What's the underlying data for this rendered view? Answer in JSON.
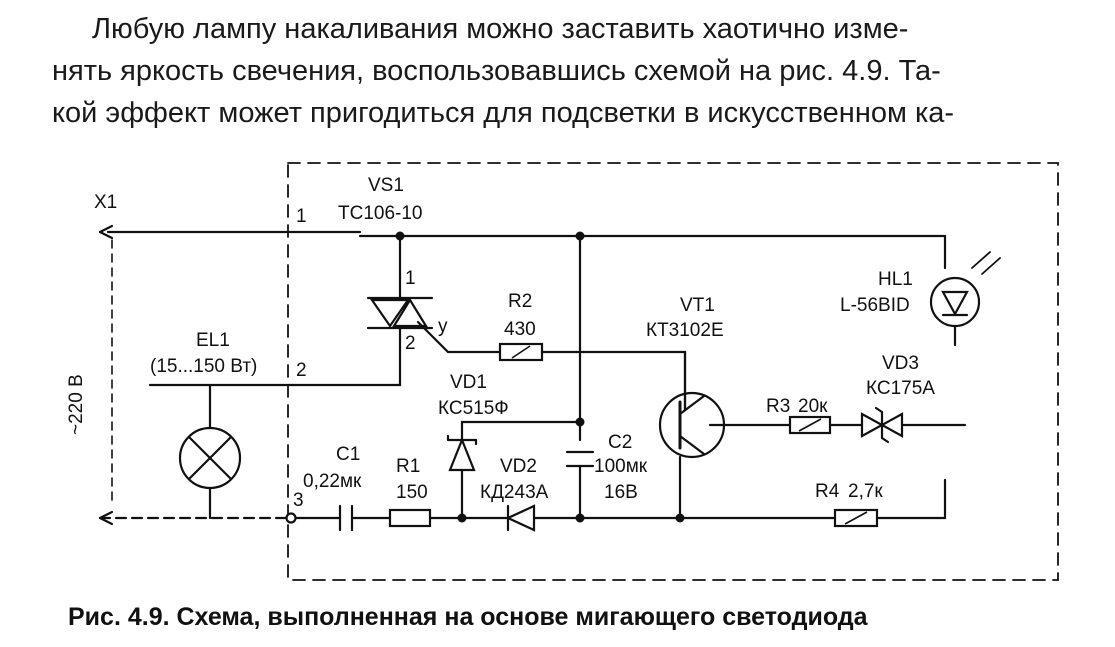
{
  "paragraph": {
    "lines": [
      "Любую лампу накаливания можно заставить хаотично изме-",
      "нять яркость свечения, воспользовавшись схемой на рис. 4.9. Та-",
      "кой эффект может пригодиться для подсветки в искусственном ка-"
    ]
  },
  "schematic": {
    "connector": {
      "ref": "X1",
      "voltage": "~220 В"
    },
    "thyristor": {
      "ref": "VS1",
      "part": "ТС106-10",
      "pin1": "1",
      "pin2": "2",
      "gate": "у"
    },
    "pins": {
      "p1": "1",
      "p2": "2",
      "p3": "3"
    },
    "lamp": {
      "ref": "EL1",
      "rating": "(15...150 Вт)"
    },
    "capacitor1": {
      "ref": "С1",
      "value": "0,22мк"
    },
    "resistor1": {
      "ref": "R1",
      "value": "150"
    },
    "resistor2": {
      "ref": "R2",
      "value": "430"
    },
    "zener1": {
      "ref": "VD1",
      "part": "КС515Ф"
    },
    "diode2": {
      "ref": "VD2",
      "part": "КД243А"
    },
    "capacitor2": {
      "ref": "С2",
      "value": "100мк",
      "voltage": "16В"
    },
    "transistor": {
      "ref": "VT1",
      "part": "КТ3102Е"
    },
    "resistor3": {
      "ref": "R3",
      "value": "20к"
    },
    "zener3": {
      "ref": "VD3",
      "part": "КС175А"
    },
    "resistor4": {
      "ref": "R4",
      "value": "2,7к"
    },
    "led": {
      "ref": "HL1",
      "part": "L-56BID"
    }
  },
  "caption": "Рис. 4.9. Схема, выполненная на основе мигающего светодиода"
}
